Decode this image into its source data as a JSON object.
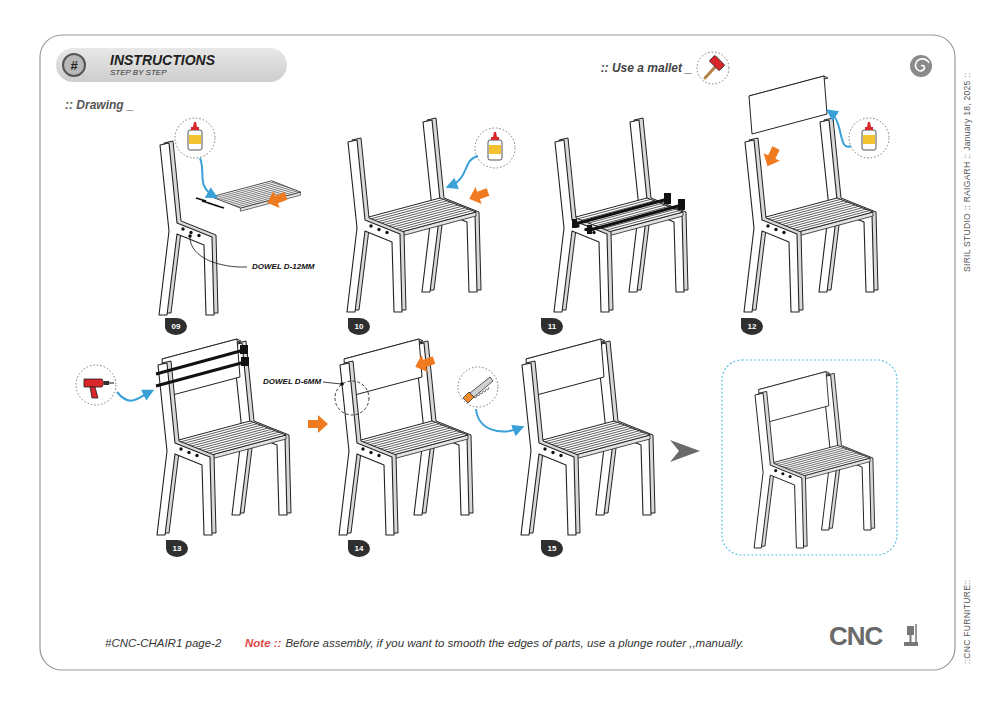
{
  "diagram": {
    "nodes": [
      {
        "text": [
          "INSTRUCTIONS",
          "STEP BY STEP"
        ]
      },
      {
        "text": [
          "#"
        ],
        "in": 0
      },
      {
        "text": [
          "09"
        ]
      },
      {
        "text": [
          "10"
        ]
      },
      {
        "text": [
          "11"
        ]
      },
      {
        "text": [
          "12"
        ]
      },
      {
        "text": [
          "13"
        ]
      },
      {
        "text": [
          "14"
        ]
      },
      {
        "text": [
          "15"
        ]
      }
    ],
    "labels": [
      ":: Use a mallet _",
      ":: Drawing _",
      "DOWEL D-12MM",
      "DOWEL D-6MM",
      "#CNC-CHAIR1 page-2",
      "Note ::",
      "Before assembly, if you want to smooth the edges of parts, use a plunge router ,,manually.",
      "CNC",
      "SIRIL STUDIO :: RAIGARH :: January 18, 2025 ::",
      "::CNC FURNITURE::"
    ]
  }
}
